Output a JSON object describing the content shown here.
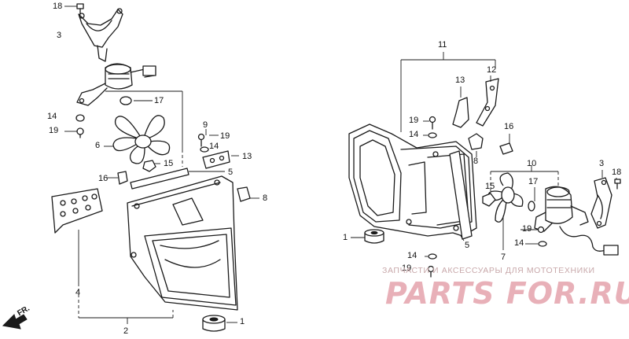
{
  "callouts": {
    "c18_top": "18",
    "c3_top": "3",
    "c17_left": "17",
    "c14_left": "14",
    "c19_left": "19",
    "c6": "6",
    "c9": "9",
    "c19_mid": "19",
    "c14_mid": "14",
    "c13_mid": "13",
    "c15_mid": "15",
    "c5_mid": "5",
    "c16_left": "16",
    "c8_left": "8",
    "c4": "4",
    "c2": "2",
    "c1_bottom": "1",
    "c11": "11",
    "c12": "12",
    "c13_right": "13",
    "c19_right": "19",
    "c14_right": "14",
    "c16_right": "16",
    "c8_right": "8",
    "c10": "10",
    "c3_right": "3",
    "c18_right": "18",
    "c15_right": "15",
    "c17_right": "17",
    "c19_r2": "19",
    "c14_r2": "14",
    "c7": "7",
    "c5_right": "5",
    "c1_right": "1",
    "c14_bottom": "14",
    "c19_bottom": "19"
  },
  "direction_label": "FR.",
  "watermark": {
    "tagline": "ЗАПЧАСТИ И АКСЕССУАРЫ ДЛЯ МОТОТЕХНИКИ",
    "brand": "PARTS FOR.RU"
  }
}
